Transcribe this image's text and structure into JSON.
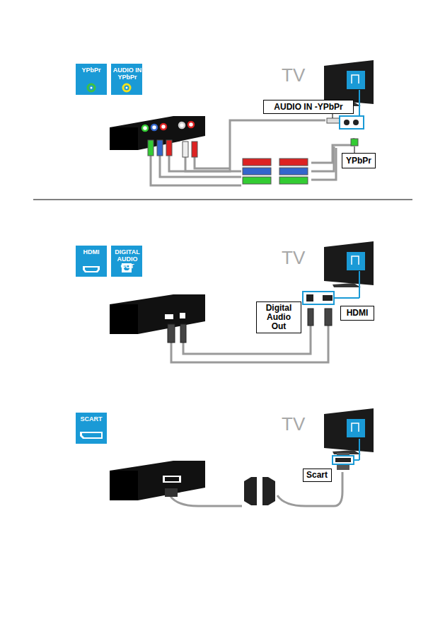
{
  "diagram": {
    "nodes": [
      {
        "text": [
          "YPbPr"
        ]
      },
      {
        "text": [
          "AUDIO IN YPbPr"
        ]
      },
      {
        "text": [
          "AUDIO IN -YPbPr"
        ]
      },
      {
        "text": [
          "YPbPr"
        ]
      },
      {
        "text": [
          "HDMI"
        ]
      },
      {
        "text": [
          "DIGITAL AUDIO OUT"
        ]
      },
      {
        "text": [
          "Digital Audio Out"
        ]
      },
      {
        "text": [
          "HDMI"
        ]
      },
      {
        "text": [
          "SCART"
        ]
      },
      {
        "text": [
          "Scart"
        ]
      }
    ],
    "labels": [
      "TV",
      "TV",
      "TV"
    ]
  }
}
